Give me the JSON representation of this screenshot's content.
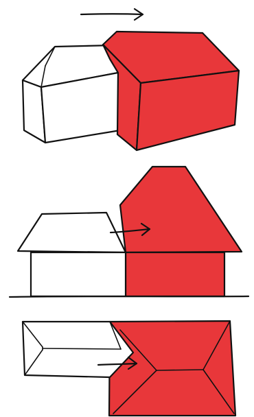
{
  "colors": {
    "accent": "#e8373a",
    "ink": "#111111",
    "paper": "#ffffff"
  },
  "icons": {
    "arrow": "right-arrow-icon"
  },
  "panels": [
    {
      "name": "perspective-view",
      "arrow": "right-arrow-icon"
    },
    {
      "name": "elevation-view",
      "arrow": "right-arrow-icon"
    },
    {
      "name": "plan-view",
      "arrow": "right-arrow-icon"
    }
  ]
}
